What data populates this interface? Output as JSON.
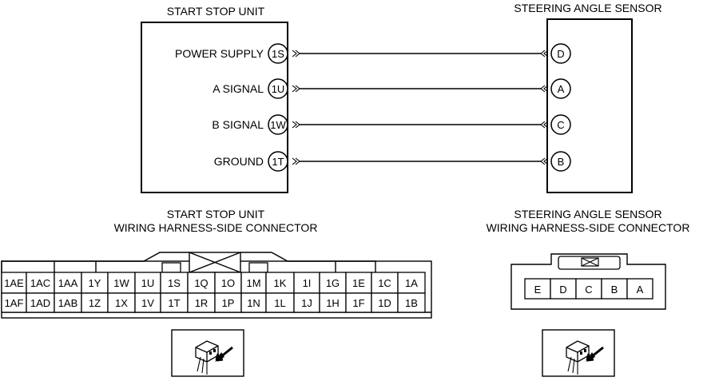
{
  "unit_left": {
    "title": "START STOP UNIT",
    "pins": [
      {
        "label": "POWER SUPPLY",
        "pin": "1S"
      },
      {
        "label": "A SIGNAL",
        "pin": "1U"
      },
      {
        "label": "B SIGNAL",
        "pin": "1W"
      },
      {
        "label": "GROUND",
        "pin": "1T"
      }
    ]
  },
  "unit_right": {
    "title": "STEERING ANGLE SENSOR",
    "pins": [
      "D",
      "A",
      "C",
      "B"
    ]
  },
  "connector_left": {
    "title_line1": "START STOP UNIT",
    "title_line2": "WIRING HARNESS-SIDE CONNECTOR",
    "row1": [
      "1AE",
      "1AC",
      "1AA",
      "1Y",
      "1W",
      "1U",
      "1S",
      "1Q",
      "1O",
      "1M",
      "1K",
      "1I",
      "1G",
      "1E",
      "1C",
      "1A"
    ],
    "row2": [
      "1AF",
      "1AD",
      "1AB",
      "1Z",
      "1X",
      "1V",
      "1T",
      "1R",
      "1P",
      "1N",
      "1L",
      "1J",
      "1H",
      "1F",
      "1D",
      "1B"
    ]
  },
  "connector_right": {
    "title_line1": "STEERING ANGLE SENSOR",
    "title_line2": "WIRING HARNESS-SIDE CONNECTOR",
    "pins": [
      "E",
      "D",
      "C",
      "B",
      "A"
    ]
  },
  "icons": [
    "connector-view-direction-icon",
    "connector-view-direction-icon"
  ]
}
